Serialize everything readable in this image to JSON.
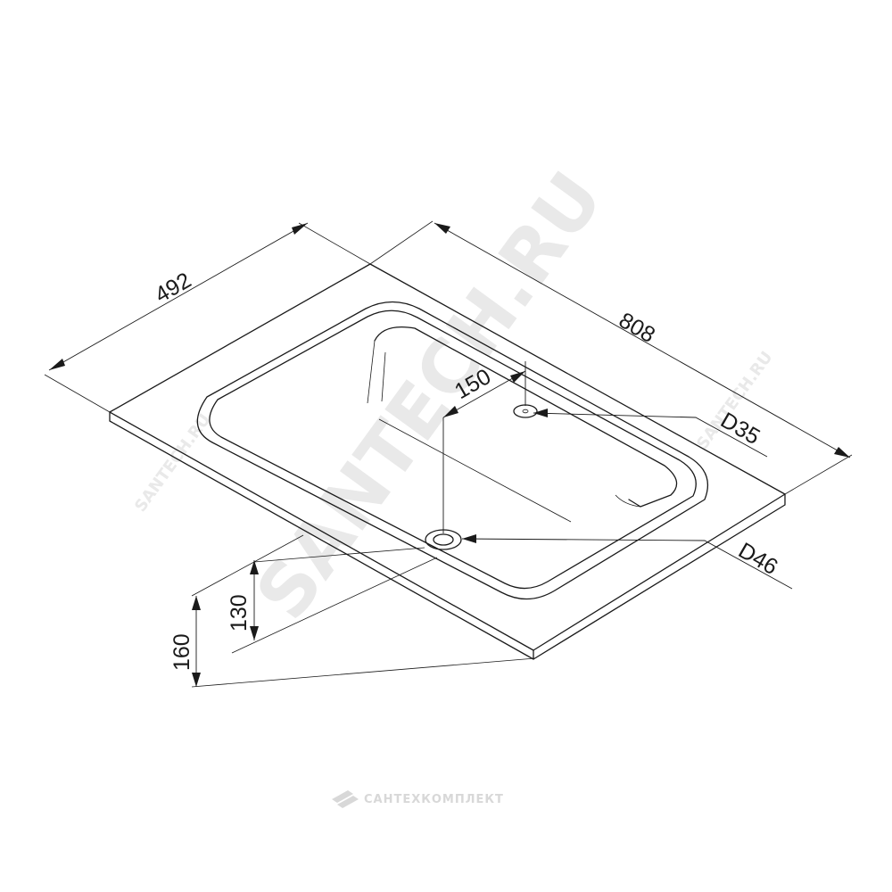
{
  "dimensions": {
    "depth": "492",
    "width": "808",
    "overflow_offset": "150",
    "tap_hole": "D35",
    "drain_hole": "D46",
    "drain_height_inner": "130",
    "drain_height_outer": "160"
  },
  "watermarks": {
    "diagonal": "SANTECH.RU",
    "footer": "САНТЕХКОМПЛЕКТ"
  },
  "colors": {
    "line": "#1a1a1a",
    "watermark": "#e9e9e9"
  }
}
